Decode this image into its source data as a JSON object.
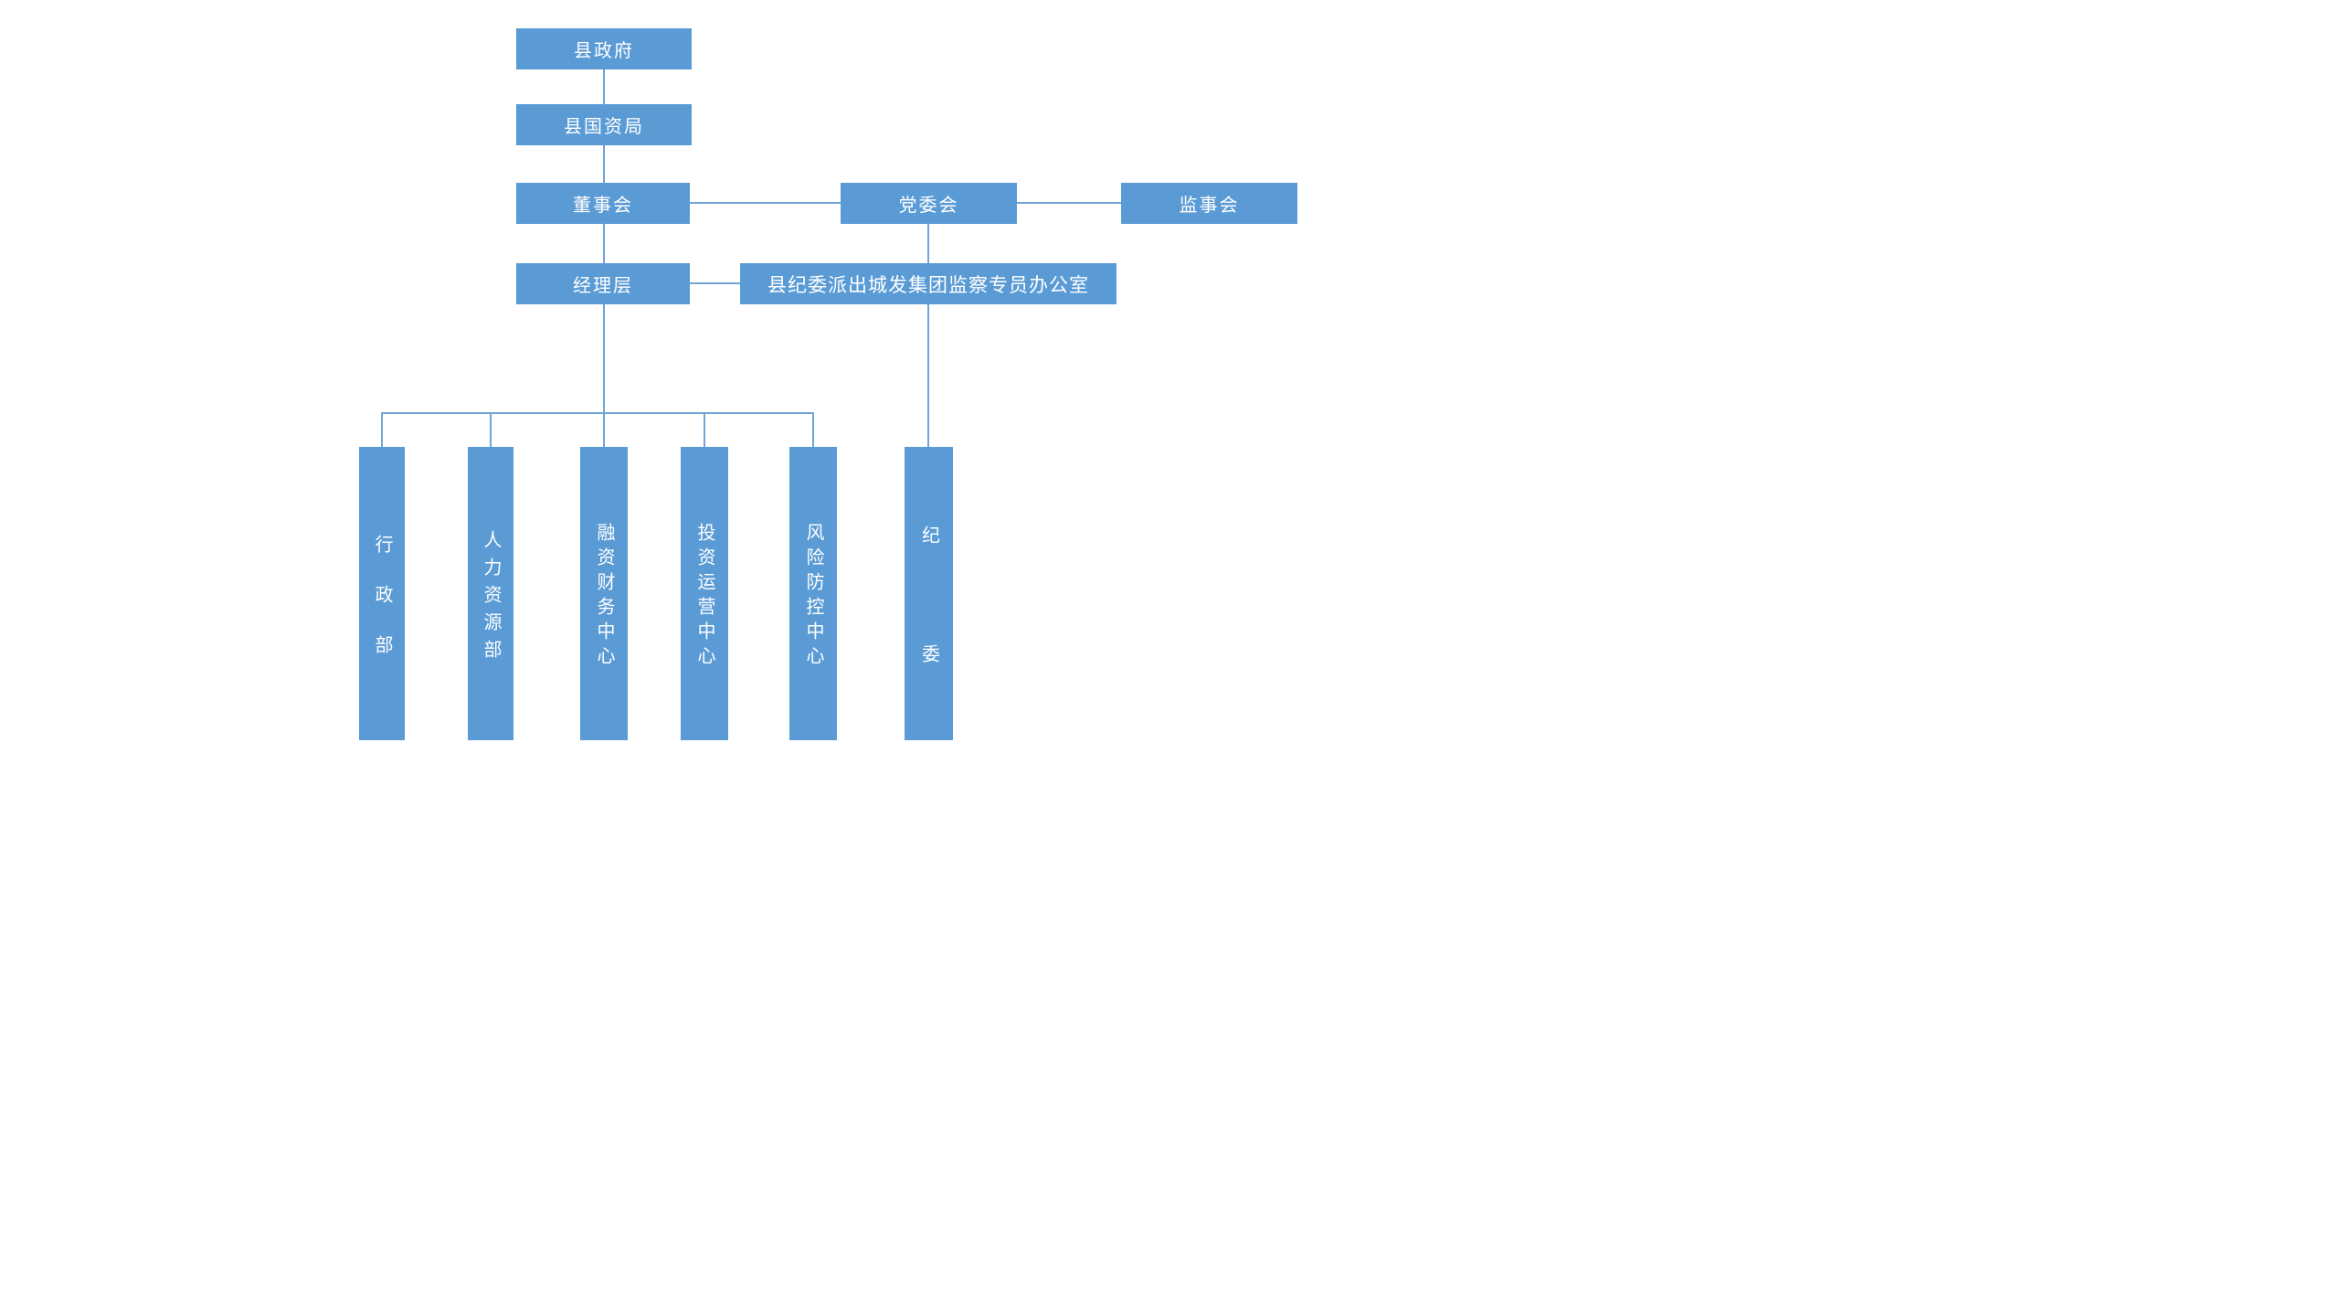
{
  "diagram": {
    "type": "org-chart",
    "background": "#ffffff"
  },
  "colors": {
    "node-fill": "#5b9bd5",
    "node-text": "#ffffff",
    "connector": "#6fa5d9"
  },
  "nodes": {
    "county_government": {
      "label": "县政府"
    },
    "state_assets_bureau": {
      "label": "县国资局"
    },
    "board_of_directors": {
      "label": "董事会"
    },
    "party_committee": {
      "label": "党委会"
    },
    "supervisory_board": {
      "label": "监事会"
    },
    "management_level": {
      "label": "经理层"
    },
    "supervision_office": {
      "label": "县纪委派出城发集团监察专员办公室"
    },
    "admin_dept": {
      "label": "行政部"
    },
    "hr_dept": {
      "label": "人力资源部"
    },
    "finance_center": {
      "label": "融资财务中心"
    },
    "investment_center": {
      "label": "投资运营中心"
    },
    "risk_center": {
      "label": "风险防控中心"
    },
    "discipline_committee": {
      "label": "纪委"
    }
  }
}
